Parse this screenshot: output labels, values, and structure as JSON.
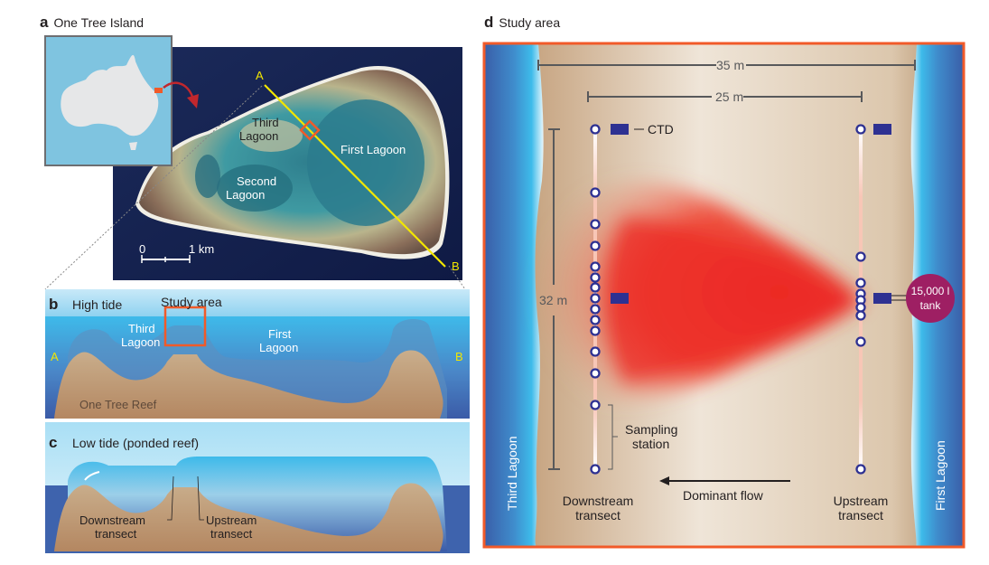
{
  "panels": {
    "a": {
      "letter": "a",
      "title": "One Tree Island",
      "transect_start": "A",
      "transect_end": "B",
      "labels": {
        "third_lagoon": [
          "Third",
          "Lagoon"
        ],
        "first_lagoon": "First Lagoon",
        "second_lagoon": [
          "Second",
          "Lagoon"
        ]
      },
      "scale_bar": {
        "zero": "0",
        "end": "1 km"
      }
    },
    "b": {
      "letter": "b",
      "title": "High tide",
      "study_area": "Study area",
      "labels": {
        "third_lagoon": [
          "Third",
          "Lagoon"
        ],
        "first_lagoon": [
          "First",
          "Lagoon"
        ],
        "reef": "One Tree Reef",
        "a": "A",
        "b": "B"
      }
    },
    "c": {
      "letter": "c",
      "title": "Low tide (ponded reef)",
      "labels": {
        "downstream": [
          "Downstream",
          "transect"
        ],
        "upstream": [
          "Upstream",
          "transect"
        ]
      }
    },
    "d": {
      "letter": "d",
      "title": "Study area",
      "dim_35": "35 m",
      "dim_25": "25 m",
      "dim_32": "32 m",
      "ctd_label": "CTD",
      "tank_label": [
        "15,000 l",
        "tank"
      ],
      "sampling_station": [
        "Sampling",
        "station"
      ],
      "dominant_flow": "Dominant flow",
      "downstream": [
        "Downstream",
        "transect"
      ],
      "upstream": [
        "Upstream",
        "transect"
      ],
      "third_lagoon": "Third Lagoon",
      "first_lagoon": "First Lagoon",
      "downstream_station_count": 15,
      "upstream_station_count": 9
    }
  },
  "colors": {
    "frame_orange": "#f15a29",
    "transect_yellow": "#f2e600",
    "station_blue": "#2e3192",
    "tank_purple": "#9e1f63",
    "plume_red": "#ec2a24",
    "sand": "#c9a47d",
    "water_deep": "#3a5ea8",
    "water_light": "#3dbbea"
  }
}
